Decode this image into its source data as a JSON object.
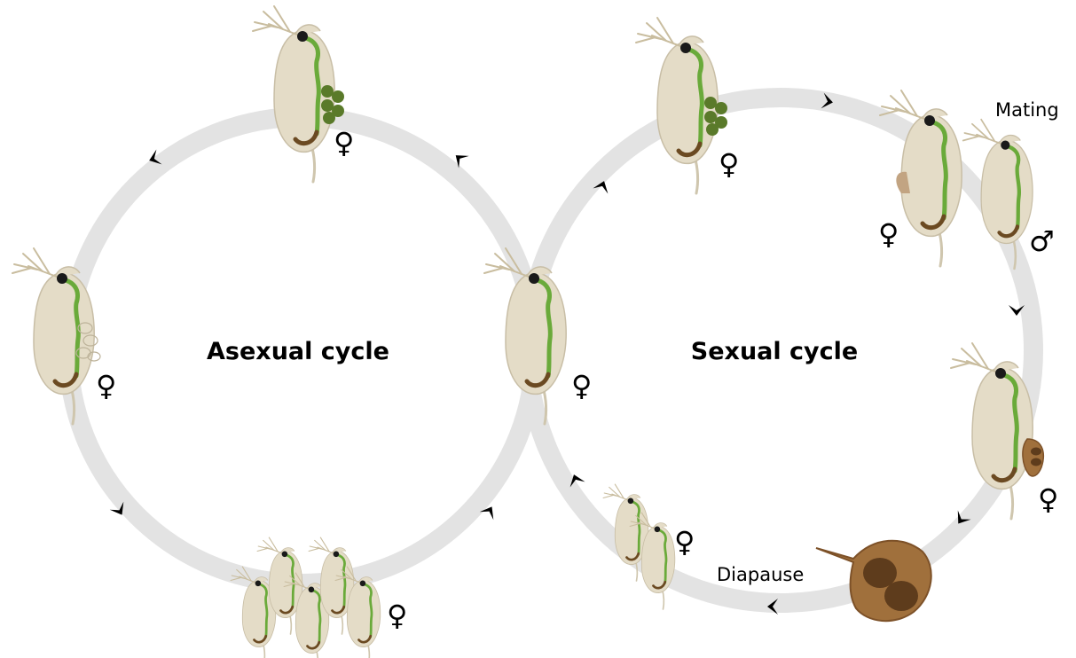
{
  "titles": {
    "asexual": "Asexual cycle",
    "sexual": "Sexual cycle"
  },
  "labels": {
    "mating": "Mating",
    "diapause": "Diapause"
  },
  "symbols": {
    "female": "♀",
    "male": "♂"
  },
  "colors": {
    "ring": "#e3e3e3",
    "body": "#e4dcc7",
    "body_outline": "#c8bea6",
    "gut": "#6aaa3a",
    "gut_end": "#6b4a22",
    "eye": "#1a1a1a",
    "egg_green": "#5a7a2a",
    "ephippium": "#a0703c",
    "ephippium_egg": "#5e3c1c",
    "arrow": "#000000"
  },
  "icons": {
    "arrow": "chevron-arrow-icon",
    "daphnia": "daphnia-icon",
    "ephippium": "ephippium-icon"
  }
}
